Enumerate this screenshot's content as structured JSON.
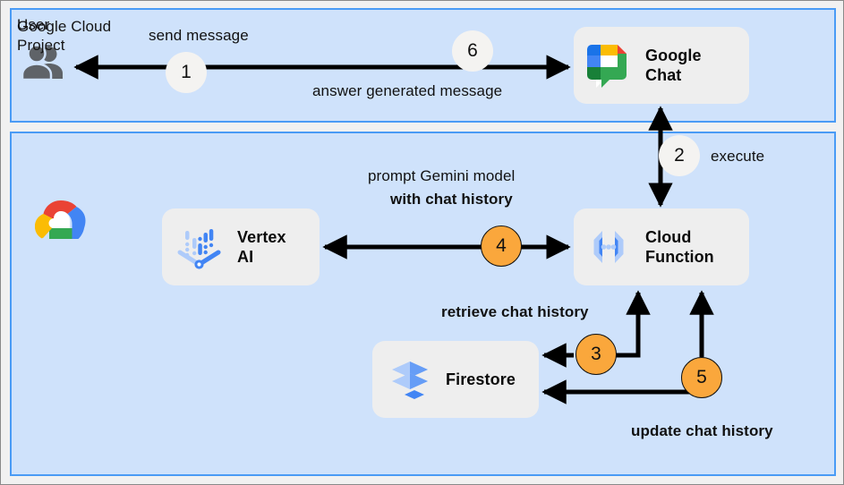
{
  "diagram": {
    "type": "architecture-flow",
    "panels": [
      {
        "id": "user",
        "title": "User"
      },
      {
        "id": "gcp",
        "title": "Google Cloud\nProject"
      }
    ],
    "nodes": [
      {
        "id": "google-chat",
        "label": "Google\nChat",
        "icon": "google-chat-icon"
      },
      {
        "id": "vertex-ai",
        "label": "Vertex\nAI",
        "icon": "vertex-ai-icon"
      },
      {
        "id": "cloud-function",
        "label": "Cloud\nFunction",
        "icon": "cloud-function-icon"
      },
      {
        "id": "firestore",
        "label": "Firestore",
        "icon": "firestore-icon"
      }
    ],
    "steps": [
      {
        "number": "1",
        "label": "send message",
        "style": "light"
      },
      {
        "number": "2",
        "label": "execute",
        "style": "light"
      },
      {
        "number": "3",
        "label": "retrieve chat history",
        "style": "accent"
      },
      {
        "number": "4",
        "label": "prompt Gemini model",
        "label2": "with chat history",
        "style": "accent"
      },
      {
        "number": "5",
        "label": "update chat history",
        "style": "accent"
      },
      {
        "number": "6",
        "label": "answer generated message",
        "style": "light"
      }
    ],
    "icons": {
      "user": "people-icon",
      "google_cloud": "google-cloud-icon"
    },
    "colors": {
      "panel_fill": "#cfe2fb",
      "panel_border": "#4a9bf5",
      "card_fill": "#eeeeee",
      "badge_accent": "#faa73c",
      "badge_light": "#f4f3f1",
      "arrow": "#000000",
      "background": "#f1f1f1",
      "google_blue": "#1a73e8",
      "google_red": "#ea4335",
      "google_yellow": "#fbbc04",
      "google_green": "#34a853"
    }
  }
}
